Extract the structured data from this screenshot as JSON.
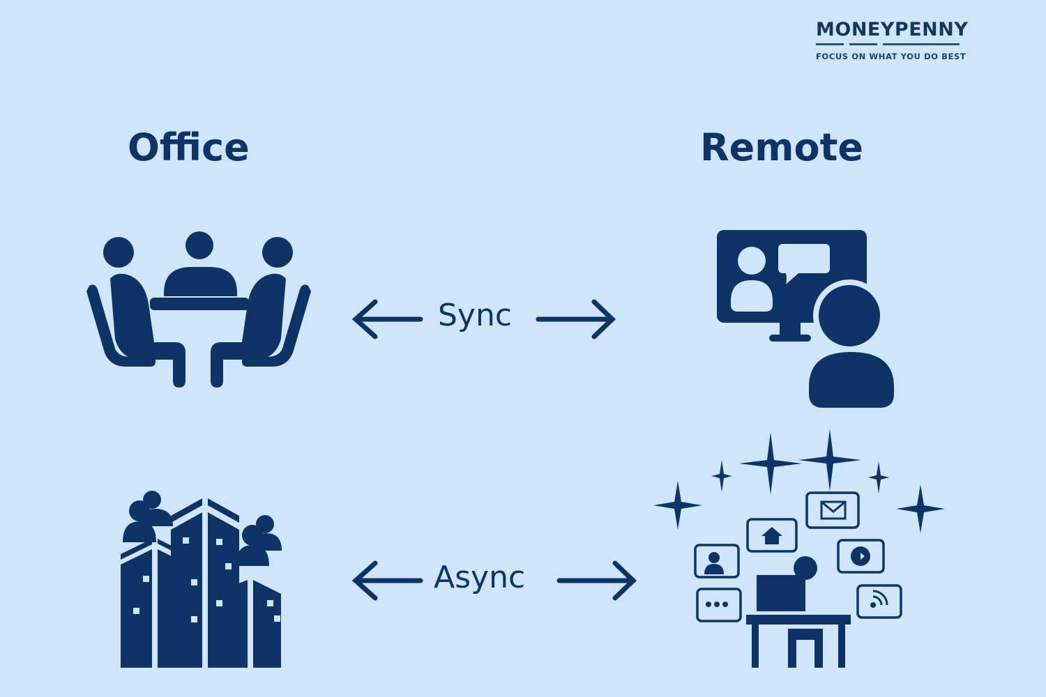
{
  "brand": {
    "name": "MONEYPENNY",
    "tagline": "FOCUS ON WHAT YOU DO BEST"
  },
  "columns": {
    "left": "Office",
    "right": "Remote"
  },
  "relations": [
    {
      "label": "Sync",
      "left_icon": "meeting-table-icon",
      "right_icon": "video-call-icon"
    },
    {
      "label": "Async",
      "left_icon": "office-buildings-people-icon",
      "right_icon": "remote-worker-notifications-icon"
    }
  ],
  "colors": {
    "background": "#cfe6fa",
    "navy": "#0e3366"
  }
}
